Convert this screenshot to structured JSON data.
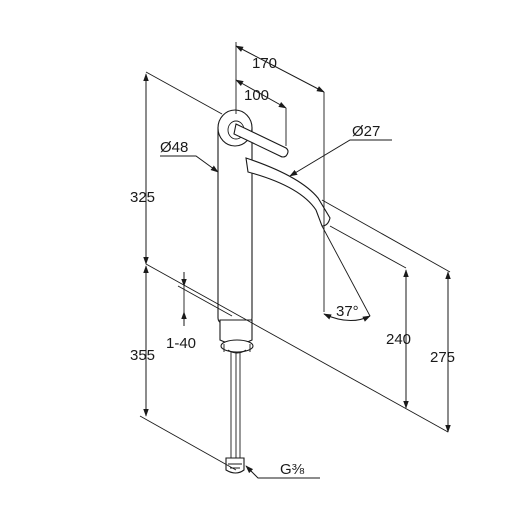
{
  "dimensions": {
    "d170": "170",
    "d100": "100",
    "d27": "Ø27",
    "d48": "Ø48",
    "d325": "325",
    "d355": "355",
    "d1_40": "1-40",
    "d240": "240",
    "d275": "275",
    "d37": "37°",
    "thread": "G⅜"
  }
}
